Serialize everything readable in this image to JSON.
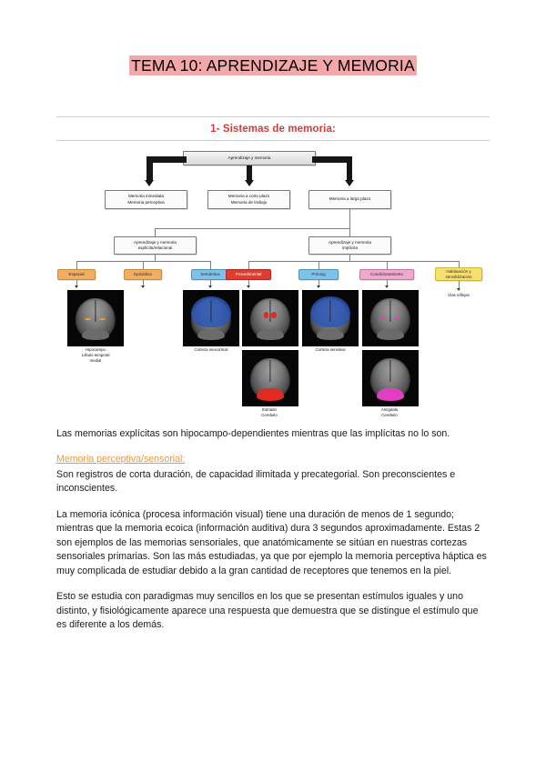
{
  "document": {
    "title": "TEMA 10: APRENDIZAJE Y MEMORIA",
    "section_heading": "1- Sistemas de memoria:"
  },
  "diagram": {
    "root": "Aprendizaje y memoria",
    "level2": [
      "Memoria inmediata\nMemoria perceptiva",
      "Memoria a corto plazo\nMemoria de trabajo",
      "Memoria a largo plazo"
    ],
    "level2_boxes": {
      "immediate_line1": "Memoria inmediata",
      "immediate_line2": "Memoria perceptiva",
      "short_line1": "Memoria a corto plazo",
      "short_line2": "Memoria de trabajo",
      "long_line1": "Memoria a largo plazo"
    },
    "level3": {
      "explicit_line1": "Aprendizaje y memoria",
      "explicit_line2": "explícita/relacional",
      "implicit_line1": "Aprendizaje y memoria",
      "implicit_line2": "implícita"
    },
    "categories": [
      {
        "label": "Espacial",
        "color": "#f2ae5e"
      },
      {
        "label": "Episódica",
        "color": "#f2ae5e"
      },
      {
        "label": "Semántica",
        "color": "#7ec2ea"
      },
      {
        "label": "Procedimental",
        "color": "#e23b30"
      },
      {
        "label": "Priming",
        "color": "#7ec2ea"
      },
      {
        "label": "Condicionamiento",
        "color": "#f0a8cd"
      },
      {
        "label": "Habituación y\nsensibilización",
        "color": "#f7e070"
      }
    ],
    "category_labels": {
      "espacial": "Espacial",
      "episodica": "Episódica",
      "semantica": "Semántica",
      "procedimental": "Procedimental",
      "priming": "Priming",
      "condicionamiento": "Condicionamiento",
      "habituacion_line1": "Habituación y",
      "habituacion_line2": "sensibilización"
    },
    "brain_captions": {
      "hipocampo_l1": "Hipocampo",
      "hipocampo_l2": "Lóbulo temporal",
      "hipocampo_l3": "medial",
      "corteza_neocortical": "Corteza neocortical",
      "corteza_sensitiva": "Corteza sensitiva",
      "estriado_l1": "Estriado",
      "estriado_l2": "Cerebelo",
      "amigdala_l1": "Amígdala",
      "amigdala_l2": "Cerebelo",
      "vias_reflejas": "Vías reflejas"
    }
  },
  "body": {
    "p1": "Las memorias explícitas son hipocampo-dependientes mientras que las implícitas no lo son.",
    "subheading1": "Memoria perceptiva/sensorial:",
    "p2": "Son registros de corta duración, de capacidad ilimitada y precategorial. Son preconscientes e inconscientes.",
    "p3": "La memoria icónica (procesa información visual) tiene una duración de menos de 1 segundo; mientras que la memoria ecoica (información auditiva) dura 3 segundos aproximadamente. Estas 2 son ejemplos de las memorias sensoriales, que anatómicamente se sitúan en nuestras cortezas sensoriales primarias. Son las más estudiadas, ya que por ejemplo la memoria perceptiva háptica es muy complicada de estudiar debido a la gran cantidad de receptores que tenemos en la piel.",
    "p4": "Esto se estudia con paradigmas muy sencillos en los que se presentan estímulos iguales y uno distinto, y fisiológicamente aparece una respuesta que demuestra que se distingue el estímulo que es diferente a los demás."
  },
  "colors": {
    "title_highlight": "#f2a8a8",
    "section_heading": "#d43b38",
    "subheading": "#f0963c",
    "rule": "#cfcfcf"
  }
}
